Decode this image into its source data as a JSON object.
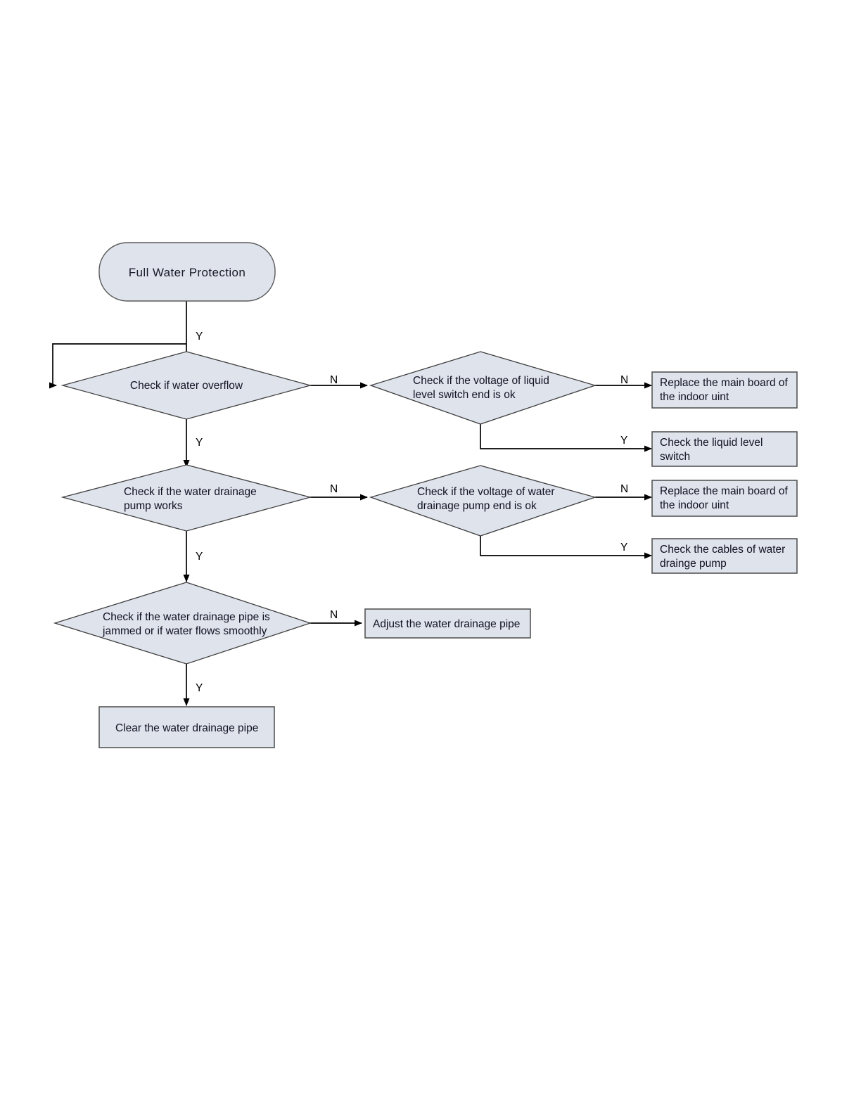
{
  "diagram": {
    "title": "Full Water Protection troubleshooting flowchart",
    "colors": {
      "shape_fill": "#dee3ec",
      "shape_border": "#4a4a4a",
      "connector": "#000000",
      "text": "#111122",
      "page_background": "#ffffff"
    },
    "nodes": {
      "start": {
        "label": "Full Water  Protection",
        "type": "terminal"
      },
      "d1": {
        "label_line1": "Check if water overflow",
        "label_line2": "",
        "type": "decision"
      },
      "d2": {
        "label_line1": "Check if the voltage of liquid",
        "label_line2": "level switch end is ok",
        "type": "decision"
      },
      "d3": {
        "label_line1": "Check if the water drainage",
        "label_line2": "pump works",
        "type": "decision"
      },
      "d4": {
        "label_line1": "Check if the voltage of water",
        "label_line2": "drainage pump end is ok",
        "type": "decision"
      },
      "d5": {
        "label_line1": "Check if the water drainage pipe is",
        "label_line2": "jammed or if water flows smoothly",
        "type": "decision"
      },
      "p1": {
        "label_line1": "Replace the main board of",
        "label_line2": "the indoor uint",
        "type": "process"
      },
      "p2": {
        "label_line1": "Check the liquid level",
        "label_line2": "switch",
        "type": "process"
      },
      "p3": {
        "label_line1": "Replace the main board of",
        "label_line2": "the indoor uint",
        "type": "process"
      },
      "p4": {
        "label_line1": "Check the cables of water",
        "label_line2": "drainge pump",
        "type": "process"
      },
      "p5": {
        "label_line1": "Adjust the water drainage pipe",
        "label_line2": "",
        "type": "process"
      },
      "p6": {
        "label_line1": "Clear the water drainage pipe",
        "label_line2": "",
        "type": "process"
      }
    },
    "edges": [
      {
        "id": "start-to-d1",
        "from": "start",
        "to": "d1",
        "label": "Y"
      },
      {
        "id": "d1-no-to-d2",
        "from": "d1",
        "to": "d2",
        "label": "N"
      },
      {
        "id": "d1-yes-to-d3",
        "from": "d1",
        "to": "d3",
        "label": "Y"
      },
      {
        "id": "d2-no-to-p1",
        "from": "d2",
        "to": "p1",
        "label": "N"
      },
      {
        "id": "d2-yes-to-p2",
        "from": "d2",
        "to": "p2",
        "label": "Y"
      },
      {
        "id": "d3-no-to-d4",
        "from": "d3",
        "to": "d4",
        "label": "N"
      },
      {
        "id": "d3-yes-to-d5",
        "from": "d3",
        "to": "d5",
        "label": "Y"
      },
      {
        "id": "d4-no-to-p3",
        "from": "d4",
        "to": "p3",
        "label": "N"
      },
      {
        "id": "d4-yes-to-p4",
        "from": "d4",
        "to": "p4",
        "label": "Y"
      },
      {
        "id": "d5-no-to-p5",
        "from": "d5",
        "to": "p5",
        "label": "N"
      },
      {
        "id": "d5-yes-to-p6",
        "from": "d5",
        "to": "p6",
        "label": "Y"
      },
      {
        "id": "loop-back-to-d1",
        "from": "loop",
        "to": "d1",
        "label": ""
      }
    ],
    "edge_labels": {
      "start_y": "Y",
      "d1_n": "N",
      "d1_y": "Y",
      "d2_n": "N",
      "d2_y": "Y",
      "d3_n": "N",
      "d3_y": "Y",
      "d4_n": "N",
      "d4_y": "Y",
      "d5_n": "N",
      "d5_y": "Y"
    }
  }
}
